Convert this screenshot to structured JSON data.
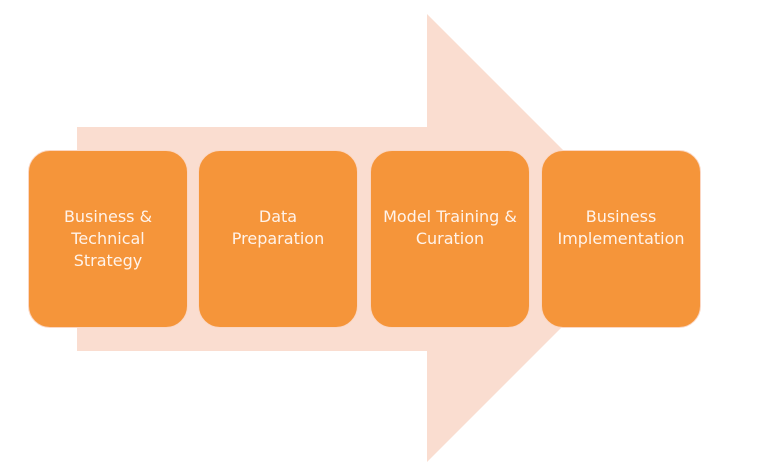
{
  "colors": {
    "arrow": "#FADDD0",
    "box": "#F5953A",
    "text": "#FFF3EA"
  },
  "steps": [
    {
      "label": "Business & Technical Strategy"
    },
    {
      "label": "Data Preparation"
    },
    {
      "label": "Model Training & Curation"
    },
    {
      "label": "Business Implementation"
    }
  ]
}
